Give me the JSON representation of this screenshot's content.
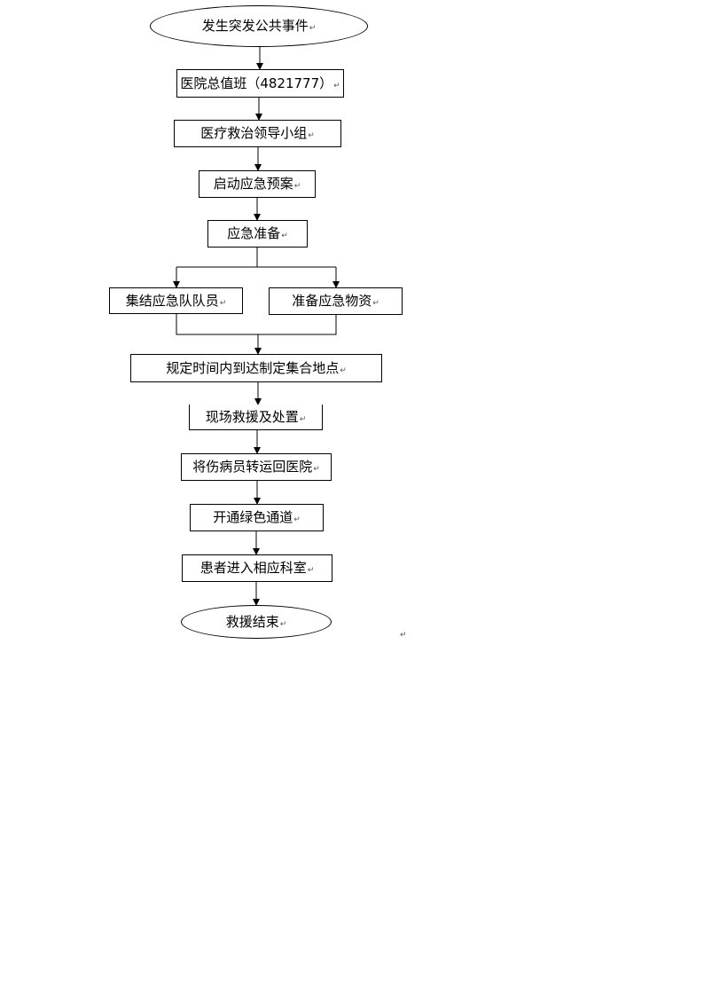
{
  "nodes": {
    "start": "发生突发公共事件",
    "duty": "医院总值班（4821777）",
    "leadership": "医疗救治领导小组",
    "plan": "启动应急预案",
    "prep": "应急准备",
    "assemble": "集结应急队队员",
    "supplies": "准备应急物资",
    "arrive": "规定时间内到达制定集合地点",
    "rescue": "现场救援及处置",
    "transfer": "将伤病员转运回医院",
    "green": "开通绿色通道",
    "dept": "患者进入相应科室",
    "end": "救援结束"
  },
  "return_mark": "↵"
}
